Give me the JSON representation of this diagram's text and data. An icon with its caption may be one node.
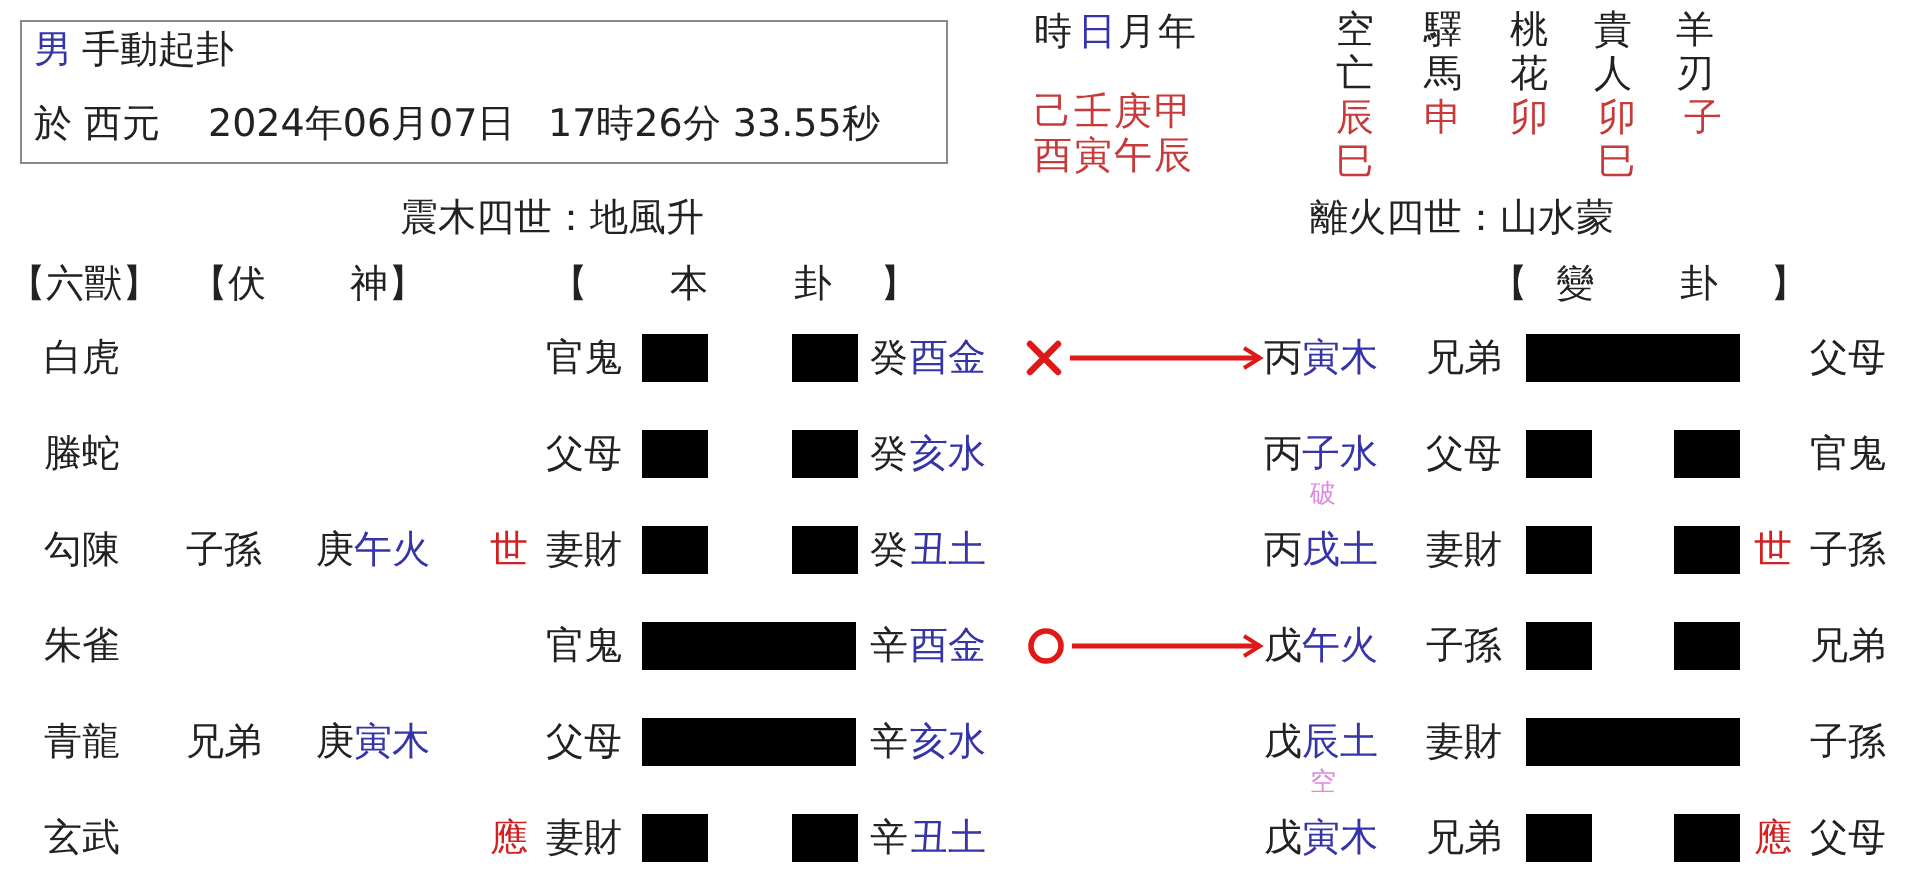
{
  "diagram": {
    "nodes": [
      {
        "text": [
          "男",
          "手動起卦",
          "於 西元",
          "2024年06月07日",
          "17時26分 33.55秒"
        ]
      },
      {
        "text": [],
        "shape": "bar"
      },
      {
        "text": [],
        "shape": "bar"
      },
      {
        "text": [],
        "shape": "cross"
      },
      {
        "text": [
          "丙",
          "寅木"
        ]
      },
      {
        "text": [],
        "shape": "bar"
      },
      {
        "text": [],
        "shape": "bar"
      },
      {
        "text": [],
        "shape": "bar"
      },
      {
        "text": [],
        "shape": "bar"
      },
      {
        "text": [],
        "shape": "bar"
      },
      {
        "text": [],
        "shape": "bar"
      },
      {
        "text": [],
        "shape": "bar"
      },
      {
        "text": [],
        "shape": "bar"
      },
      {
        "text": [],
        "shape": "bar"
      },
      {
        "text": [],
        "shape": "bar"
      },
      {
        "text": [],
        "shape": "circle"
      },
      {
        "text": [
          "戊",
          "午火"
        ]
      },
      {
        "text": [],
        "shape": "bar"
      },
      {
        "text": [],
        "shape": "bar"
      },
      {
        "text": [],
        "shape": "bar"
      },
      {
        "text": [],
        "shape": "bar"
      },
      {
        "text": [],
        "shape": "bar"
      },
      {
        "text": [],
        "shape": "bar"
      },
      {
        "text": [],
        "shape": "bar"
      },
      {
        "text": [],
        "shape": "bar"
      }
    ],
    "edges": [
      {
        "from": 3,
        "to": 4,
        "arrow": "to"
      },
      {
        "from": 15,
        "to": 16,
        "arrow": "to"
      }
    ],
    "labels": [
      "時",
      "日",
      "月",
      "年",
      "空亡",
      "驛馬",
      "桃花",
      "貴人",
      "羊刃",
      "己酉",
      "壬寅",
      "庚午",
      "甲辰",
      "辰巳",
      "申",
      "卯",
      "卯巳",
      "子",
      "震木四世：地風升",
      "離火四世：山水蒙",
      "【六獸】",
      "【伏",
      "神】",
      "【",
      "本",
      "卦",
      "】",
      "【",
      "變",
      "卦",
      "】",
      "白虎",
      "官鬼",
      "癸",
      "酉金",
      "兄弟",
      "父母",
      "螣蛇",
      "父母",
      "癸",
      "亥水",
      "丙",
      "子水",
      "父母",
      "官鬼",
      "破",
      "勾陳",
      "子孫",
      "庚",
      "午火",
      "世",
      "妻財",
      "癸",
      "丑土",
      "丙",
      "戌土",
      "妻財",
      "世",
      "子孫",
      "朱雀",
      "官鬼",
      "辛",
      "酉金",
      "子孫",
      "兄弟",
      "青龍",
      "兄弟",
      "庚",
      "寅木",
      "父母",
      "辛",
      "亥水",
      "戊",
      "辰土",
      "妻財",
      "子孫",
      "空",
      "玄武",
      "應",
      "妻財",
      "辛",
      "丑土",
      "戊",
      "寅木",
      "兄弟",
      "應",
      "父母"
    ]
  }
}
